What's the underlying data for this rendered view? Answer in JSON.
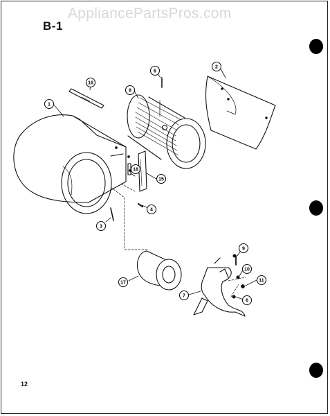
{
  "watermark": "AppliancePartsPros.com",
  "section_label": "B-1",
  "page_number": "12",
  "callouts": [
    {
      "id": "housing",
      "label": "1"
    },
    {
      "id": "scroll-panel",
      "label": "2"
    },
    {
      "id": "screw-lower-left",
      "label": "3"
    },
    {
      "id": "bolt-center",
      "label": "4"
    },
    {
      "id": "screw-top-wheel",
      "label": "6"
    },
    {
      "id": "clamp-screw",
      "label": "6"
    },
    {
      "id": "bracket",
      "label": "7"
    },
    {
      "id": "wheel",
      "label": "8"
    },
    {
      "id": "bracket-screw",
      "label": "9"
    },
    {
      "id": "bracket-washer",
      "label": "10"
    },
    {
      "id": "bracket-nut",
      "label": "11"
    },
    {
      "id": "cutoff-plate",
      "label": "15"
    },
    {
      "id": "small-strip",
      "label": "16"
    },
    {
      "id": "motor",
      "label": "17"
    },
    {
      "id": "side-strip",
      "label": "18"
    }
  ]
}
